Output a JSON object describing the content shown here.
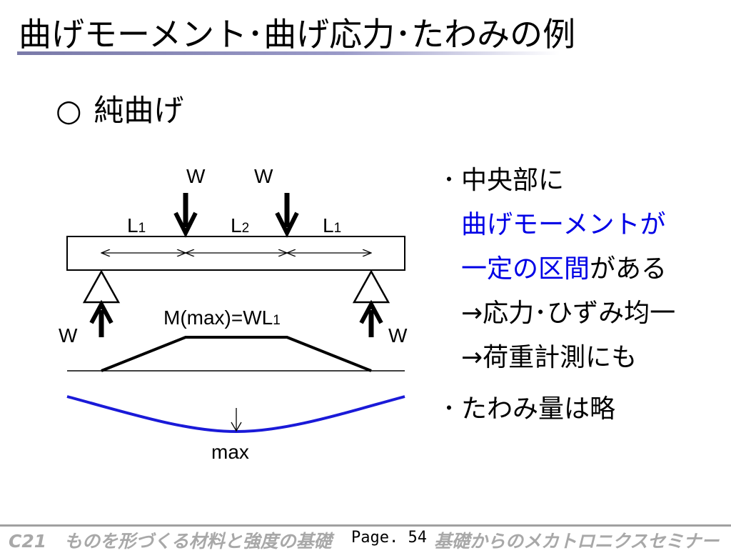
{
  "slide": {
    "title": "曲げモーメント･曲げ応力･たわみの例",
    "section_mark": "○",
    "section_title": "純曲げ"
  },
  "diagram": {
    "load_top_left": "W",
    "load_top_right": "W",
    "span_label_1": "L",
    "span_label_1_sub": "1",
    "span_label_2": "L",
    "span_label_2_sub": "2",
    "span_label_3": "L",
    "span_label_3_sub": "1",
    "reaction_left": "W",
    "reaction_right": "W",
    "moment_label": "M(max)=WL",
    "moment_label_sub": "1",
    "deflection_label": "max"
  },
  "bullets": {
    "b1_dot": "･",
    "b1_line1": "中央部に",
    "b1_line2": "曲げモーメントが",
    "b1_line3_blue": "一定の区間",
    "b1_line3_rest": "がある",
    "b1_line4": "→応力･ひずみ均一",
    "b1_line5": "→荷重計測にも",
    "b2_dot": "･",
    "b2_line1": "たわみ量は略"
  },
  "footer": {
    "left": "C21　ものを形づくる材料と強度の基礎",
    "page": "Page. 54",
    "right": "基礎からのメカトロニクスセミナー"
  },
  "colors": {
    "accent_blue": "#0000e6",
    "deflection_curve": "#1a1ad8",
    "footer_gray": "#a8a8a8",
    "title_underline": "#8a8ab8"
  }
}
